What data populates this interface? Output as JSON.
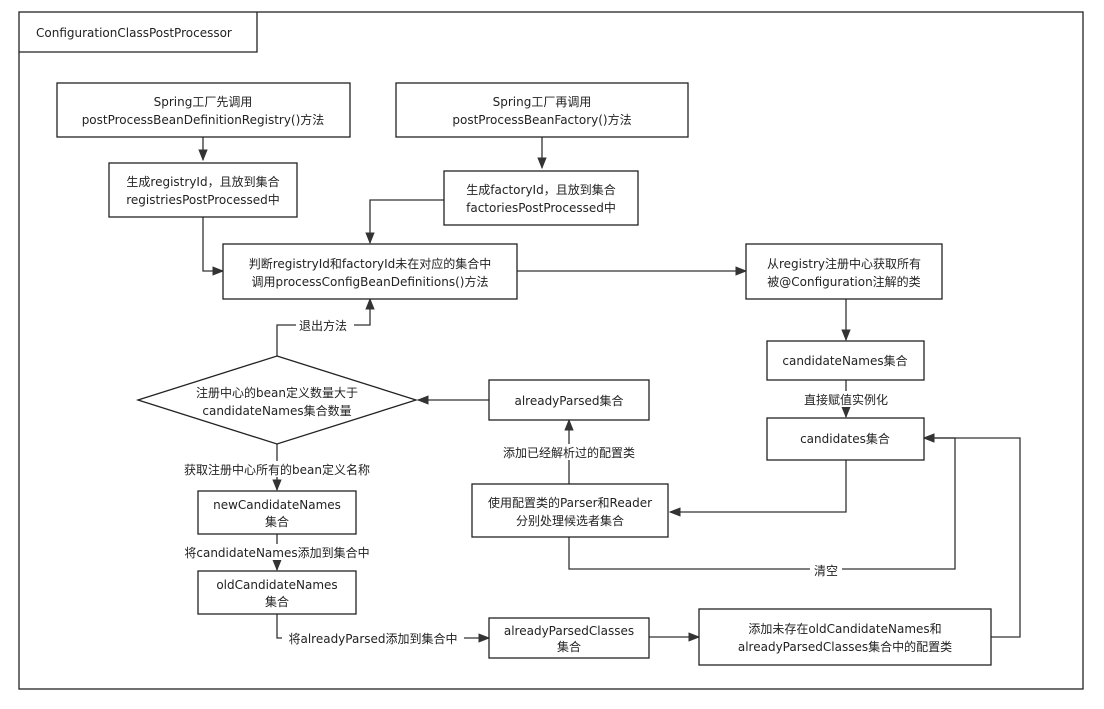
{
  "diagram": {
    "title": "ConfigurationClassPostProcessor",
    "nodes": {
      "spring_registry": [
        "Spring工厂先调用",
        "postProcessBeanDefinitionRegistry()方法"
      ],
      "spring_factory": [
        "Spring工厂再调用",
        "postProcessBeanFactory()方法"
      ],
      "gen_registry_id": [
        "生成registryId，且放到集合",
        "registriesPostProcessed中"
      ],
      "gen_factory_id": [
        "生成factoryId，且放到集合",
        "factoriesPostProcessed中"
      ],
      "check_and_process": [
        "判断registryId和factoryId未在对应的集合中",
        "调用processConfigBeanDefinitions()方法"
      ],
      "get_config_classes": [
        "从registry注册中心获取所有",
        "被@Configuration注解的类"
      ],
      "candidate_names": [
        "candidateNames集合"
      ],
      "candidates": [
        "candidates集合"
      ],
      "already_parsed": [
        "alreadyParsed集合"
      ],
      "parser_reader": [
        "使用配置类的Parser和Reader",
        "分别处理候选者集合"
      ],
      "decision": [
        "注册中心的bean定义数量大于",
        "candidateNames集合数量"
      ],
      "new_candidate_names": [
        "newCandidateNames",
        "集合"
      ],
      "old_candidate_names": [
        "oldCandidateNames",
        "集合"
      ],
      "already_parsed_classes": [
        "alreadyParsedClasses",
        "集合"
      ],
      "add_missing": [
        "添加未存在oldCandidateNames和",
        "alreadyParsedClasses集合中的配置类"
      ]
    },
    "edge_labels": {
      "exit_method": "退出方法",
      "direct_assign": "直接赋值实例化",
      "add_parsed": "添加已经解析过的配置类",
      "get_all_names": "获取注册中心所有的bean定义名称",
      "add_candidate_names": "将candidateNames添加到集合中",
      "add_already_parsed": "将alreadyParsed添加到集合中",
      "clear": "清空"
    }
  }
}
